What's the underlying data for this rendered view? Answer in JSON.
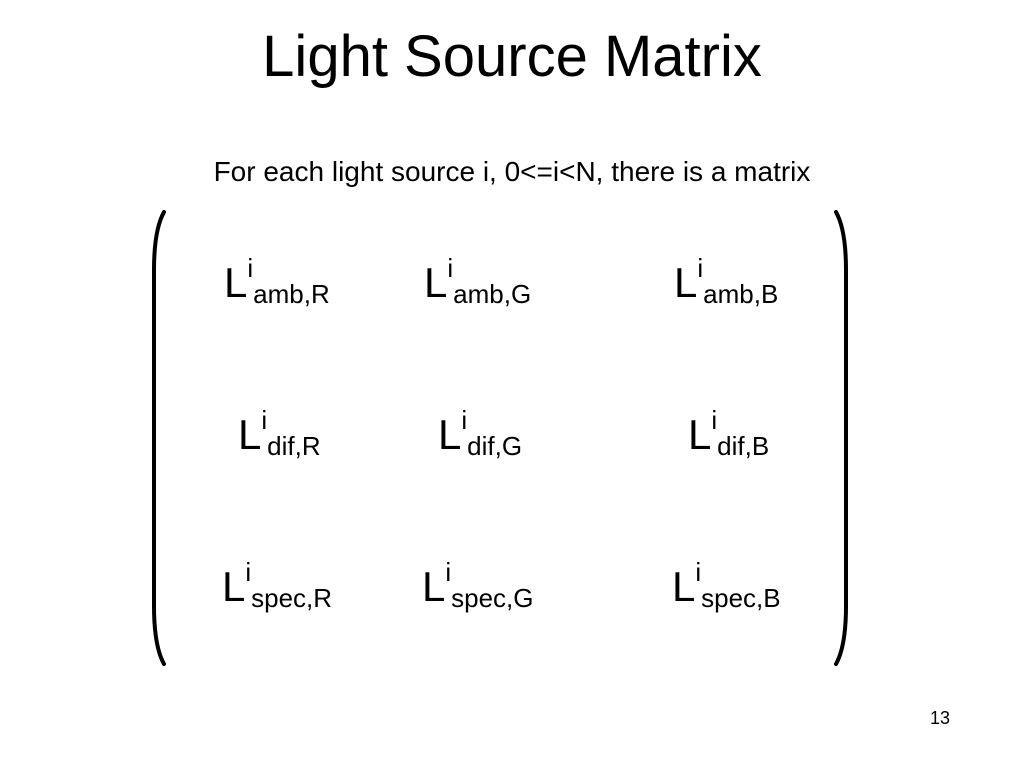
{
  "slide": {
    "title": "Light Source Matrix",
    "subtitle": "For each light source i, 0<=i<N, there is a matrix",
    "page_number": "13"
  },
  "matrix": {
    "base": "L",
    "superscript": "i",
    "rows": [
      [
        "amb,R",
        "amb,G",
        "amb,B"
      ],
      [
        "dif,R",
        "dif,G",
        "dif,B"
      ],
      [
        "spec,R",
        "spec,G",
        "spec,B"
      ]
    ]
  }
}
